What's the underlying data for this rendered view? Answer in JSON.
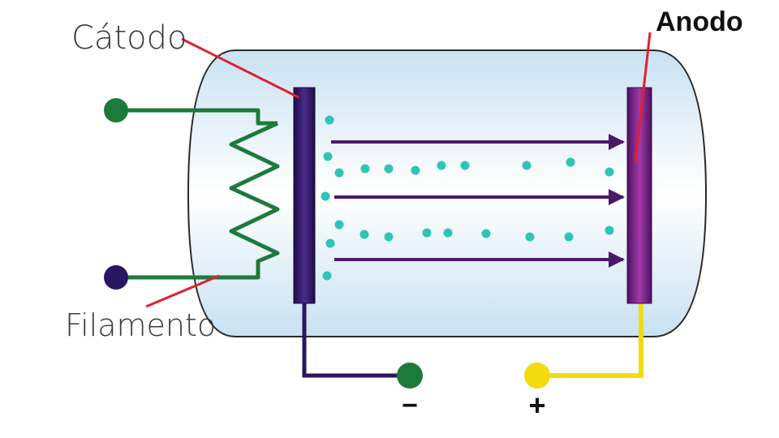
{
  "labels": {
    "cathode": "Cátodo",
    "anode": "Anodo",
    "filament": "Filamento",
    "negative": "−",
    "positive": "+"
  },
  "colors": {
    "tube_fill": "#dfeef8",
    "tube_outline": "#2a2a2a",
    "filament": "#1c7a3a",
    "cathode": "#2a1560",
    "anode": "#6a1a7e",
    "electron": "#2ec4b6",
    "beam_arrow": "#4a1a6a",
    "pointer": "#e02030",
    "negative_terminal": "#1c7a3a",
    "positive_terminal": "#f2dc10",
    "positive_wire": "#f2dc10",
    "cathode_wire": "#2a1560"
  },
  "beams": 3
}
